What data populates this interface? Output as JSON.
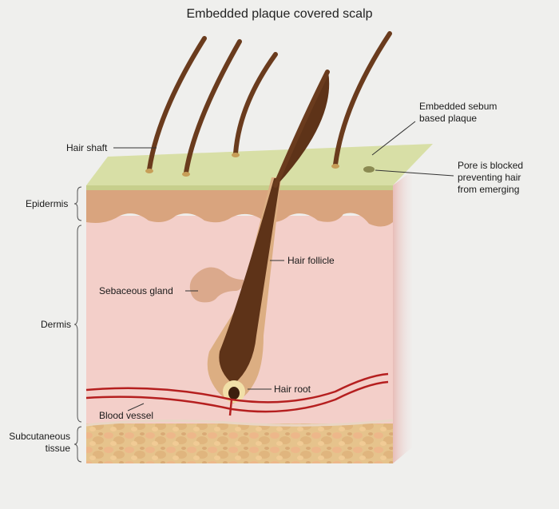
{
  "title": "Embedded plaque covered scalp",
  "labels": {
    "hair_shaft": "Hair shaft",
    "epidermis": "Epidermis",
    "dermis": "Dermis",
    "subcutaneous_line1": "Subcutaneous",
    "subcutaneous_line2": "tissue",
    "sebaceous_gland": "Sebaceous gland",
    "hair_follicle": "Hair follicle",
    "hair_root": "Hair root",
    "blood_vessel": "Blood vessel",
    "plaque_line1": "Embedded sebum",
    "plaque_line2": "based plaque",
    "pore_line1": "Pore is blocked",
    "pore_line2": "preventing hair",
    "pore_line3": "from emerging"
  },
  "colors": {
    "background": "#efefed",
    "plaque": "#d8dfa6",
    "epidermis": "#d9a47e",
    "dermis": "#f3cfc9",
    "hair": "#6a3b1d",
    "follicle": "#dcae82",
    "blood_vessel": "#b51f1f",
    "subcutaneous": "#e4c18a"
  }
}
